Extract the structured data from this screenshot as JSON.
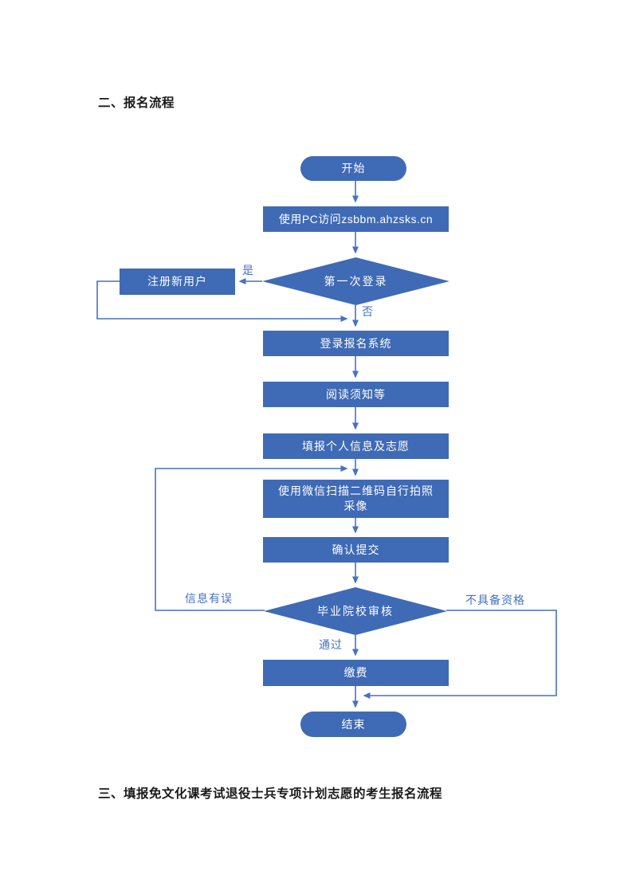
{
  "document": {
    "section2_heading": "二、报名流程",
    "section3_heading": "三、填报免文化课考试退役士兵专项计划志愿的考生报名流程"
  },
  "flowchart": {
    "nodes": {
      "start": "开始",
      "visit_site": "使用PC访问zsbbm.ahzsks.cn",
      "first_login": "第一次登录",
      "register_new_user": "注册新用户",
      "login_system": "登录报名系统",
      "read_notice": "阅读须知等",
      "fill_info": "填报个人信息及志愿",
      "scan_qrcode": "使用微信扫描二维码自行拍照采像",
      "confirm_submit": "确认提交",
      "school_review": "毕业院校审核",
      "pay_fee": "缴费",
      "end": "结束"
    },
    "edge_labels": {
      "yes": "是",
      "no": "否",
      "info_error": "信息有误",
      "pass": "通过",
      "not_qualified": "不具备资格"
    },
    "colors": {
      "shape_fill": "#3f6ab5",
      "connector": "#4472c4",
      "edge_label_text": "#4472c4",
      "shape_text": "#ffffff"
    }
  }
}
